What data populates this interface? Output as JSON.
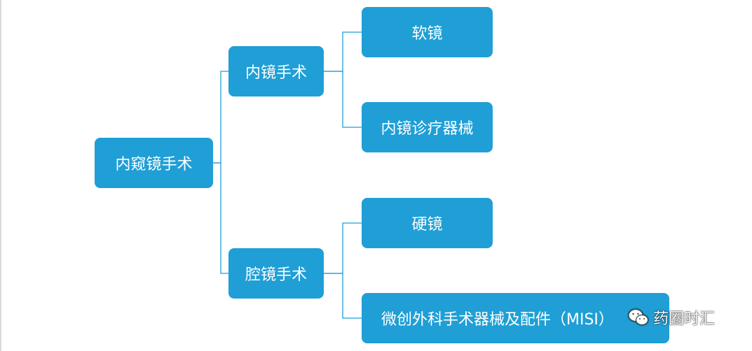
{
  "diagram": {
    "root": {
      "label": "内窥镜手术"
    },
    "branches": [
      {
        "label": "内镜手术",
        "children": [
          {
            "label": "软镜"
          },
          {
            "label": "内镜诊疗器械"
          }
        ]
      },
      {
        "label": "腔镜手术",
        "children": [
          {
            "label": "硬镜"
          },
          {
            "label": "微创外科手术器械及配件（MISI）"
          }
        ]
      }
    ]
  },
  "watermark": {
    "icon": "wechat-icon",
    "text": "药圈时汇"
  },
  "colors": {
    "node_fill": "#1f9fd6",
    "node_text": "#ffffff",
    "connector": "#1f9fd6",
    "background": "#ffffff"
  }
}
